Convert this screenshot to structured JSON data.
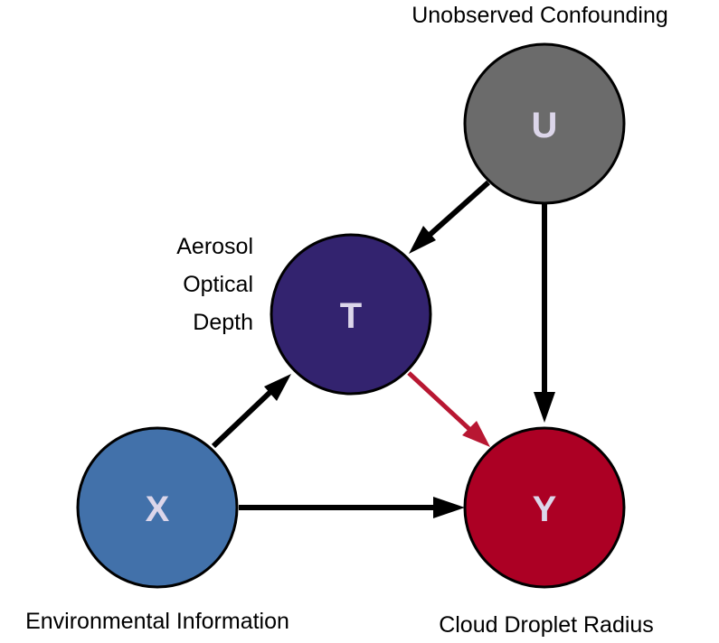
{
  "nodes": {
    "U": {
      "letter": "U",
      "caption": "Unobserved Confounding",
      "color": "#6b6b6b"
    },
    "T": {
      "letter": "T",
      "caption_lines": [
        "Aerosol",
        "Optical",
        "Depth"
      ],
      "color": "#33236f"
    },
    "X": {
      "letter": "X",
      "caption": "Environmental Information",
      "color": "#4271aa"
    },
    "Y": {
      "letter": "Y",
      "caption": "Cloud Droplet Radius",
      "color": "#ac0024"
    }
  },
  "edges": [
    {
      "from": "U",
      "to": "T",
      "color": "#000000"
    },
    {
      "from": "U",
      "to": "Y",
      "color": "#000000"
    },
    {
      "from": "X",
      "to": "T",
      "color": "#000000"
    },
    {
      "from": "X",
      "to": "Y",
      "color": "#000000"
    },
    {
      "from": "T",
      "to": "Y",
      "color": "#b81732"
    }
  ]
}
